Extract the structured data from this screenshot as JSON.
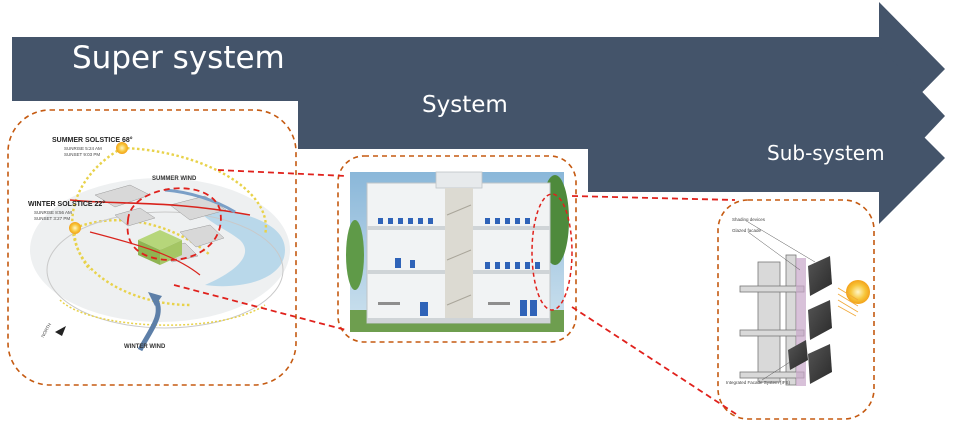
{
  "arrows": {
    "super_system": "Super system",
    "system": "System",
    "sub_system": "Sub-system",
    "fill_color": "#44546a",
    "dash_color": "#c55a11",
    "connector_color": "#e0211c"
  },
  "site_panel": {
    "summer_solstice": "SUMMER SOLSTICE 68°",
    "summer_sunrise": "SUNRISE 5:24 AM",
    "summer_sunset": "SUNSET 9:03 PM",
    "summer_wind": "SUMMER WIND",
    "winter_solstice": "WINTER SOLSTICE 22°",
    "winter_sunrise": "SUNRISE 8:56 AM",
    "winter_sunset": "SUNSET 3:27 PM",
    "winter_wind": "WINTER WIND",
    "north": "NORTH"
  },
  "facade_panel": {
    "shading_devices": "Shading devices",
    "glazed_facade": "Glazed facade",
    "integrated_facade": "Integrated Facade System (IFS)"
  }
}
